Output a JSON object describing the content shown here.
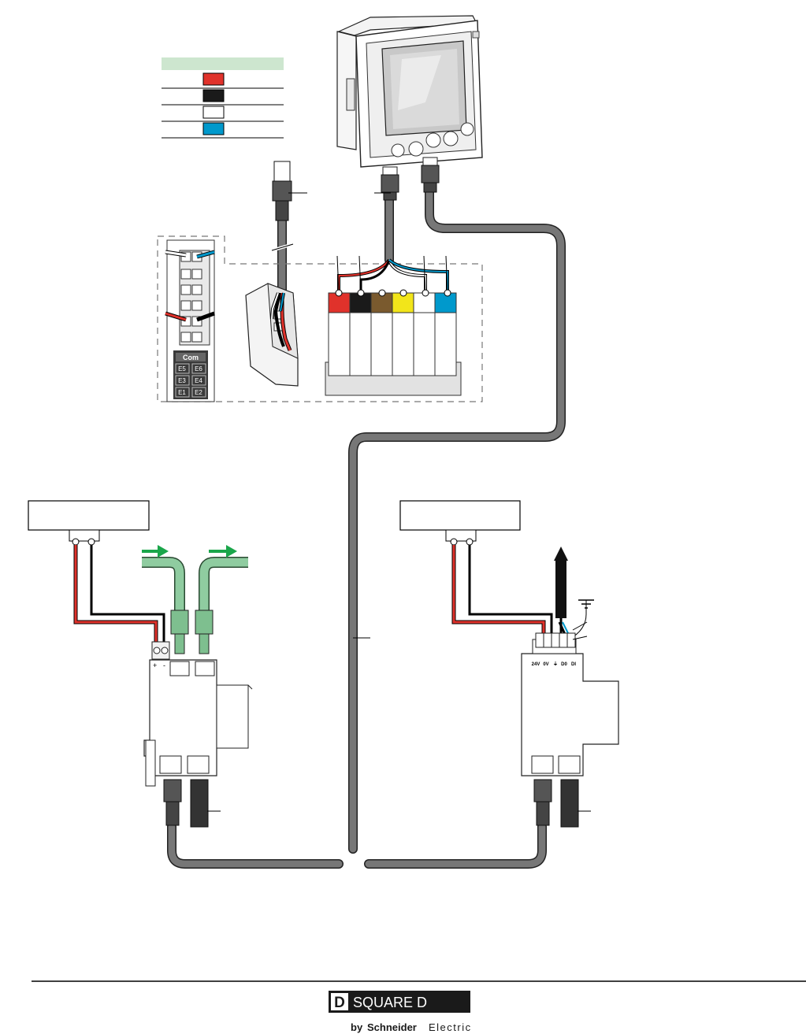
{
  "colors": {
    "red": "#e0322b",
    "black": "#1a1a1a",
    "brown": "#7a5a2e",
    "yellow": "#f2e51a",
    "white": "#ffffff",
    "blue": "#0099cc",
    "cable_grey": "#707070",
    "green_cable": "#8fcca0",
    "green_arrow": "#1aa64a",
    "legend_header": "#cde6cf"
  },
  "legend": {
    "swatches": [
      "red",
      "black",
      "white",
      "blue"
    ]
  },
  "terminal_block": {
    "labels": [
      "Com",
      "E5",
      "E6",
      "E3",
      "E4",
      "E1",
      "E2"
    ]
  },
  "power_terminal_left": {
    "plus": "+",
    "minus": "-"
  },
  "io_module_right": {
    "terminal_labels": [
      "24V",
      "0V",
      "⏚",
      "D0",
      "DI"
    ]
  },
  "footer": {
    "logo_letter": "D",
    "brand": "SQUARE D",
    "by": "by",
    "schneider": "Schneider",
    "electric": "Electric"
  }
}
